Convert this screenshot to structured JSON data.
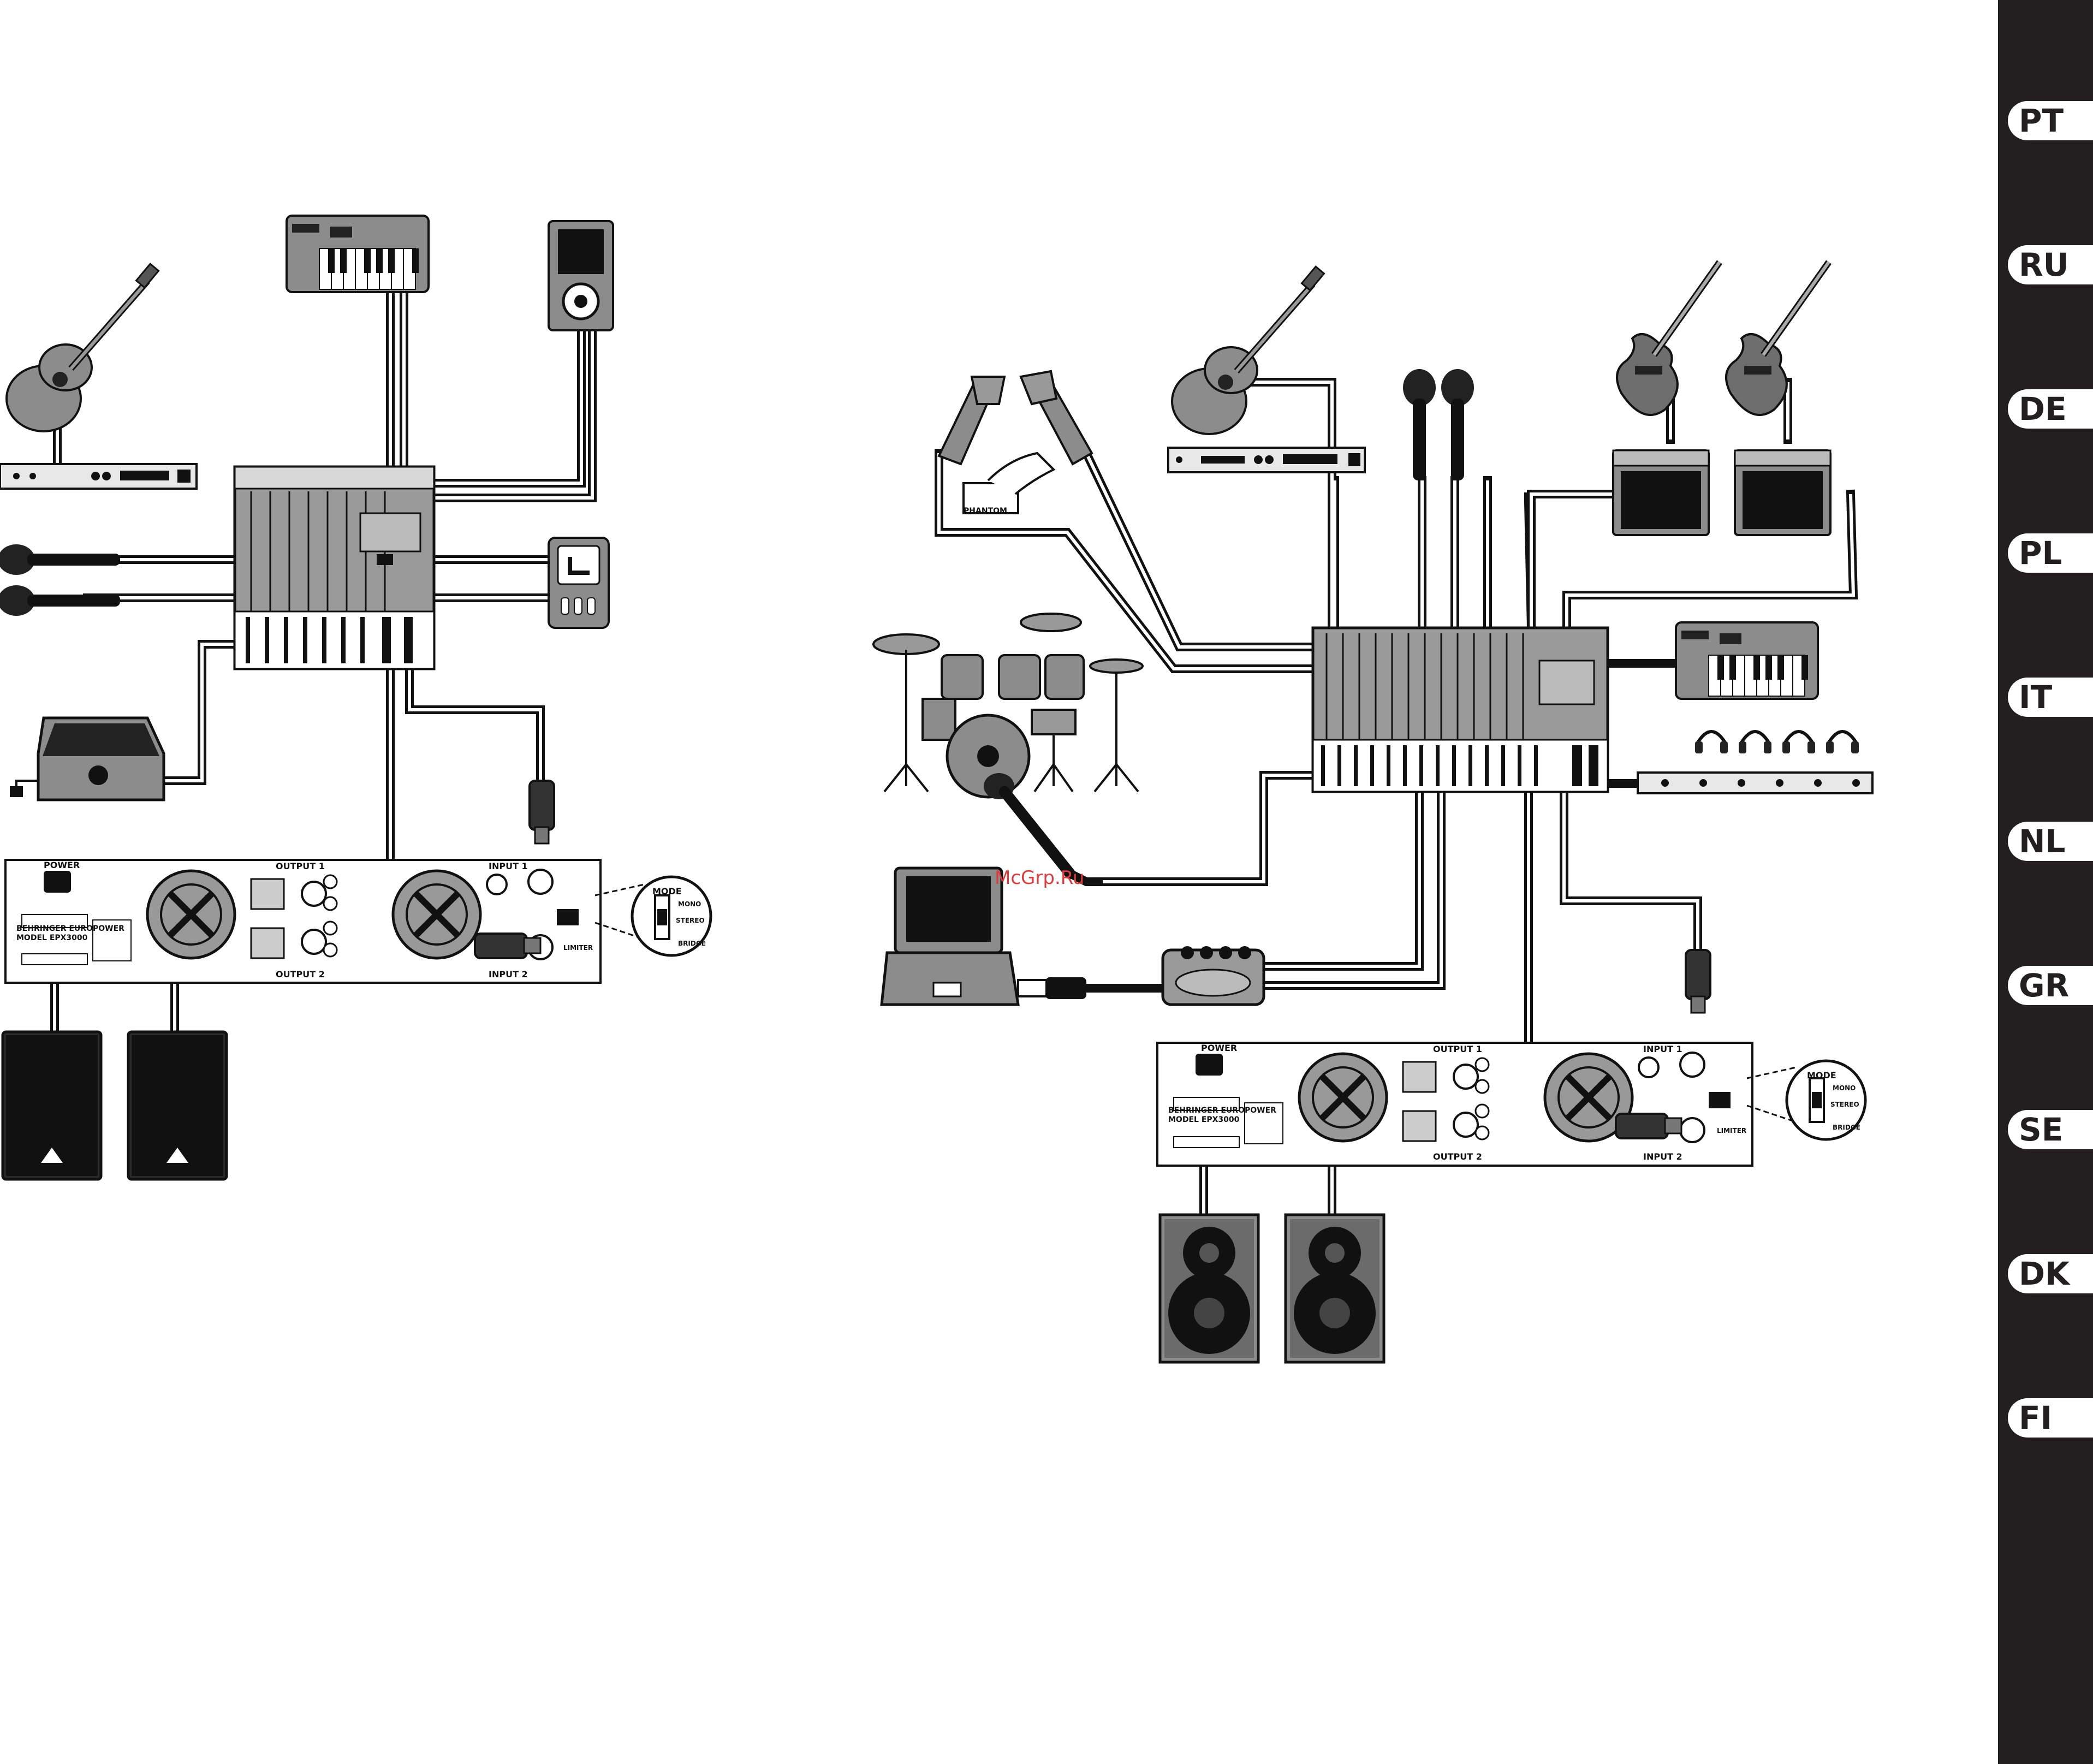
{
  "languages": [
    "PT",
    "RU",
    "DE",
    "PL",
    "IT",
    "NL",
    "GR",
    "SE",
    "DK",
    "FI"
  ],
  "left_setup": {
    "amp_labels": {
      "power": "POWER",
      "brand": "BEHRINGER EUROPOWER",
      "model": "MODEL EPX3000",
      "output1": "OUTPUT 1",
      "output2": "OUTPUT 2",
      "input1": "INPUT 1",
      "input2": "INPUT 2",
      "limiter": "LIMITER"
    },
    "mode_callout": {
      "title": "MODE",
      "mono": "MONO",
      "stereo": "STEREO",
      "bridge": "BRIDGE"
    }
  },
  "right_setup": {
    "phantom_label": "PHANTOM",
    "amp_labels": {
      "power": "POWER",
      "brand": "BEHRINGER EUROPOWER",
      "model": "MODEL EPX3000",
      "output1": "OUTPUT 1",
      "output2": "OUTPUT 2",
      "input1": "INPUT 1",
      "input2": "INPUT 2",
      "limiter": "LIMITER"
    },
    "mode_callout": {
      "title": "MODE",
      "mono": "MONO",
      "stereo": "STEREO",
      "bridge": "BRIDGE"
    }
  },
  "watermark": "McGrp.Ru",
  "colors": {
    "sidebar": "#231f20",
    "device_fill": "#8c8c8c",
    "cable": "#111111",
    "watermark": "#e23a3a"
  }
}
